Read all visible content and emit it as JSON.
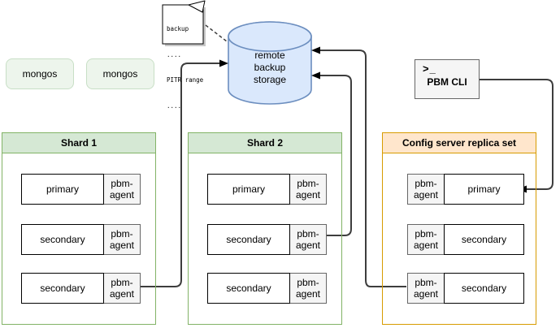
{
  "note": {
    "lines": [
      "backup",
      "....",
      "PITR range",
      "...."
    ]
  },
  "storage": {
    "lines": [
      "remote",
      "backup",
      "storage"
    ]
  },
  "mongos": [
    {
      "label": "mongos"
    },
    {
      "label": "mongos"
    }
  ],
  "pbm_cli": {
    "icon": ">_",
    "label": "PBM CLI"
  },
  "shards": [
    {
      "title": "Shard 1",
      "rows": [
        {
          "node": "primary",
          "agent": "pbm-agent"
        },
        {
          "node": "secondary",
          "agent": "pbm-agent"
        },
        {
          "node": "secondary",
          "agent": "pbm-agent"
        }
      ]
    },
    {
      "title": "Shard 2",
      "rows": [
        {
          "node": "primary",
          "agent": "pbm-agent"
        },
        {
          "node": "secondary",
          "agent": "pbm-agent"
        },
        {
          "node": "secondary",
          "agent": "pbm-agent"
        }
      ]
    }
  ],
  "config": {
    "title": "Config server replica set",
    "rows": [
      {
        "agent": "pbm-agent",
        "node": "primary"
      },
      {
        "agent": "pbm-agent",
        "node": "secondary"
      },
      {
        "agent": "pbm-agent",
        "node": "secondary"
      }
    ]
  },
  "colors": {
    "green_fill": "#d5e8d4",
    "green_border": "#82b366",
    "orange_fill": "#ffe6cc",
    "orange_border": "#d79b00",
    "blue_fill": "#dae8fc",
    "blue_border": "#6c8ebf",
    "agent_fill": "#f5f5f5",
    "agent_border": "#666666",
    "mongos_fill": "#edf5ec",
    "connector": "#3d3d3d"
  }
}
